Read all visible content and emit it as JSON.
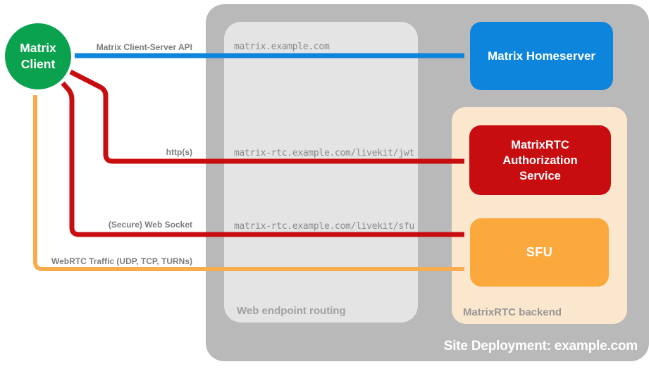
{
  "containers": {
    "site_deployment": {
      "label": "Site Deployment: example.com",
      "color": "#b9b9b9"
    },
    "web_endpoint_routing": {
      "label": "Web endpoint routing",
      "color": "#e4e4e4"
    },
    "matrixrtc_backend": {
      "label": "MatrixRTC backend",
      "color": "#fbe7cd"
    }
  },
  "nodes": {
    "matrix_client": {
      "label_line1": "Matrix",
      "label_line2": "Client",
      "color": "#0aa24e"
    },
    "matrix_homeserver": {
      "label": "Matrix Homeserver",
      "color": "#0d85dc"
    },
    "matrixrtc_authorization_service": {
      "label": "MatrixRTC Authorization Service",
      "color": "#c80d10"
    },
    "sfu": {
      "label": "SFU",
      "color": "#fba83c"
    }
  },
  "endpoints": [
    "matrix.example.com",
    "matrix-rtc.example.com/livekit/jwt",
    "matrix-rtc.example.com/livekit/sfu"
  ],
  "arrows": [
    {
      "name": "matrix-client-server-api",
      "label": "Matrix Client-Server API",
      "color": "#0d85dc",
      "from": "Matrix Client",
      "to": "Matrix Homeserver",
      "bidirectional": true
    },
    {
      "name": "https",
      "label": "http(s)",
      "color": "#c80d10",
      "from": "Matrix Client",
      "to": "MatrixRTC Authorization Service",
      "bidirectional": true
    },
    {
      "name": "secure-web-socket",
      "label": "(Secure) Web Socket",
      "color": "#c80d10",
      "from": "Matrix Client",
      "to": "SFU",
      "bidirectional": true
    },
    {
      "name": "webrtc-traffic",
      "label": "WebRTC Traffic (UDP, TCP, TURNs)",
      "color": "#f7ad4f",
      "from": "Matrix Client",
      "to": "SFU",
      "bidirectional": true
    }
  ]
}
